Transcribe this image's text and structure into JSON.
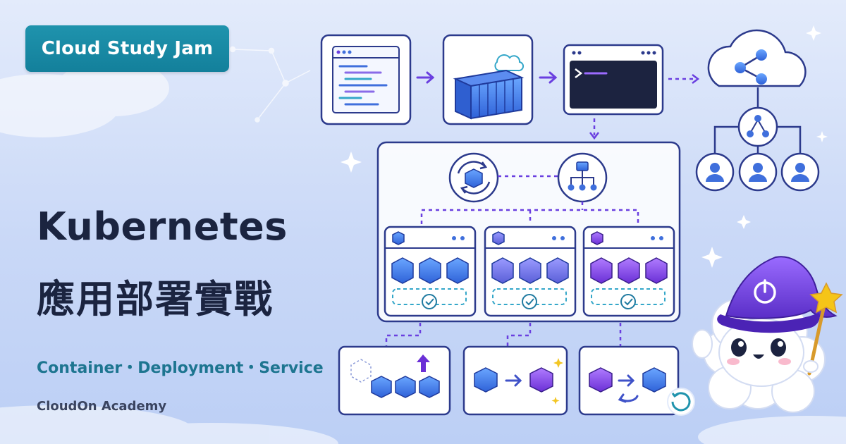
{
  "badge": {
    "label": "Cloud Study Jam"
  },
  "title": {
    "line1": "Kubernetes",
    "line2": "應用部署實戰"
  },
  "subtitle": "Container・Deployment・Service",
  "org": "CloudOn Academy",
  "colors": {
    "teal": "#13809b",
    "navy": "#1b2440",
    "blue": "#3f6fdc",
    "purple": "#7b3fe0",
    "line": "#3a4aa8"
  }
}
